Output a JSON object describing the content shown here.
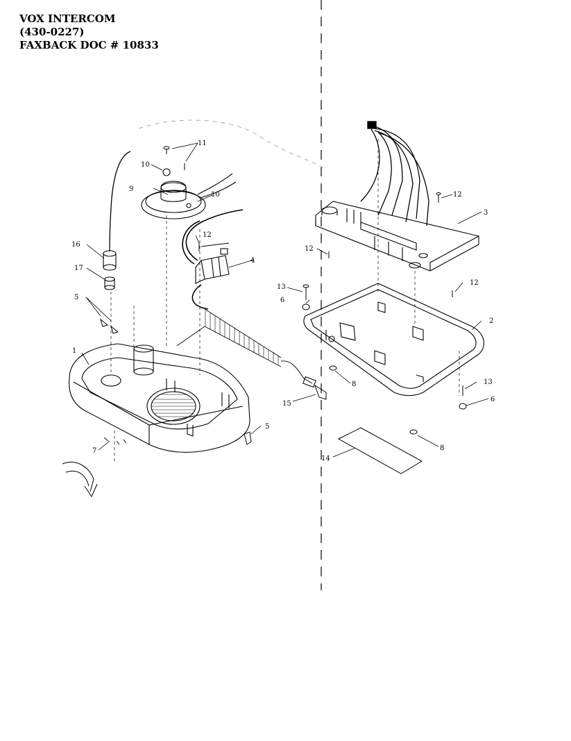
{
  "header": {
    "line1": "VOX INTERCOM",
    "line2": "(430-0227)",
    "line3": "FAXBACK DOC # 10833"
  },
  "callouts": {
    "c1": "1",
    "c2": "2",
    "c3": "3",
    "c4": "4",
    "c5a": "5",
    "c5b": "5",
    "c6a": "6",
    "c6b": "6",
    "c7": "7",
    "c8a": "8",
    "c8b": "8",
    "c9": "9",
    "c10a": "10",
    "c10b": "10",
    "c11": "11",
    "c12a": "12",
    "c12b": "12",
    "c12c": "12",
    "c12d": "12",
    "c13a": "13",
    "c13b": "13",
    "c14": "14",
    "c15": "15",
    "c16": "16",
    "c17": "17"
  }
}
